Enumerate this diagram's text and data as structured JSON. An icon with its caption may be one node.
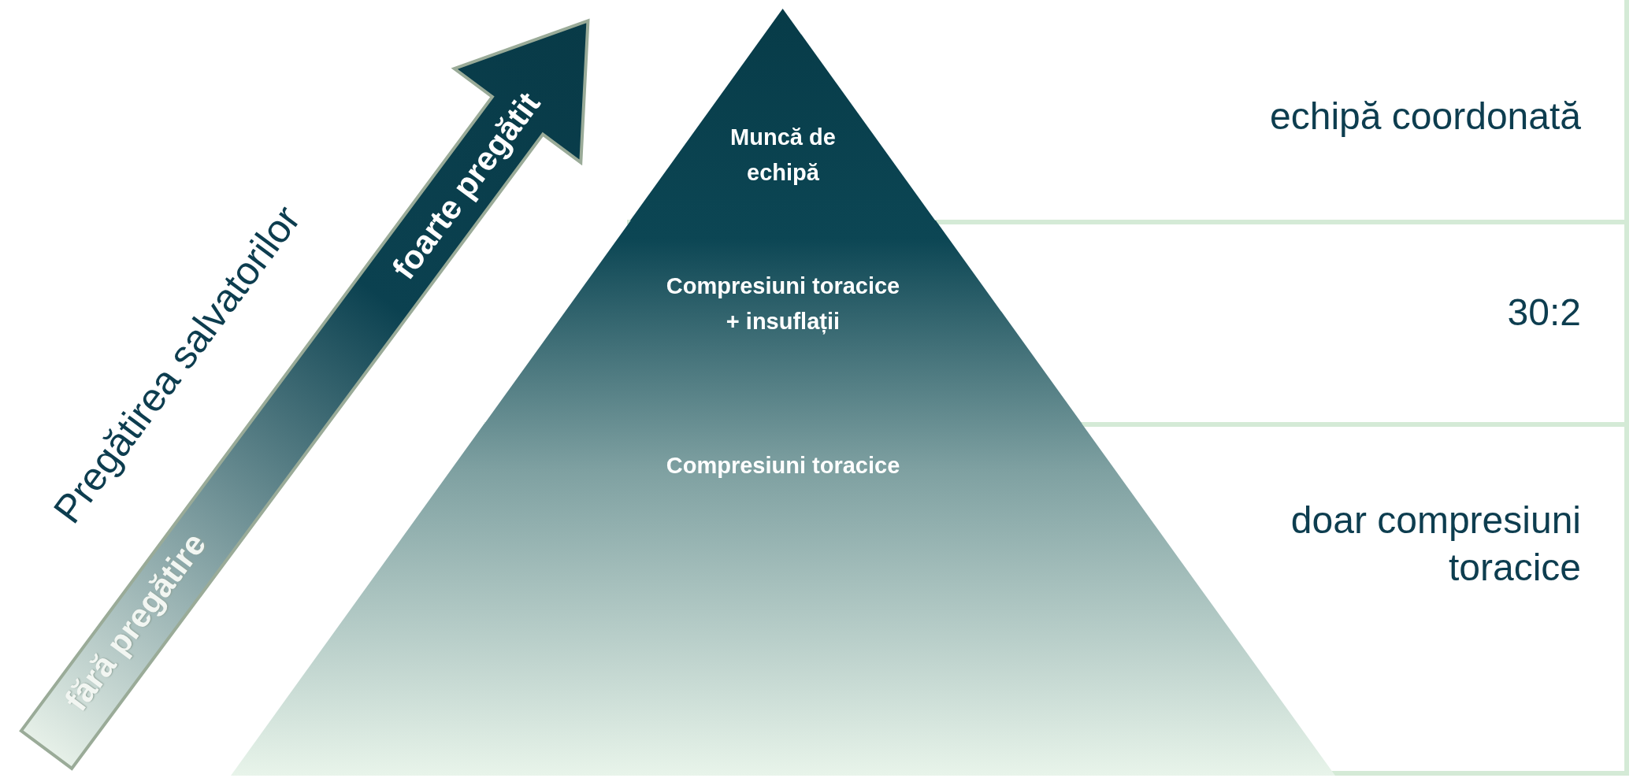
{
  "diagram": {
    "nodes": [
      {
        "text": [
          "Muncă de echipă"
        ]
      },
      {
        "text": [
          "Compresiuni toracice + insuflații"
        ]
      },
      {
        "text": [
          "Compresiuni toracice"
        ]
      }
    ],
    "labels": [
      "Pregătirea salvatorilor",
      "foarte pregătit",
      "fără pregătire",
      "echipă coordonată",
      "30:2",
      "doar compresiuni toracice"
    ]
  }
}
